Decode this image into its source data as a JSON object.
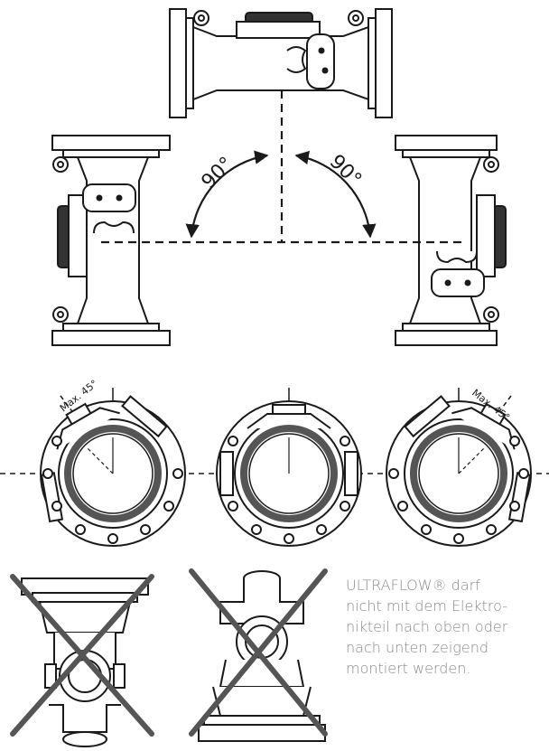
{
  "angles": {
    "left": "90°",
    "right": "90°"
  },
  "max_labels": {
    "left": "Max. 45°",
    "right": "Max. 45°"
  },
  "note_lines": [
    "ULTRAFLOW® darf",
    "nicht mit dem Elektro-",
    "nikteil nach oben oder",
    "nach unten zeigend",
    "montiert werden."
  ],
  "colors": {
    "line": "#1a1a1a",
    "cross": "#555555",
    "ring": "#555555",
    "note": "#8a8a8a"
  },
  "icons": [
    "flow-meter-horizontal",
    "flow-meter-vertical",
    "flange-end-view",
    "cross-mark"
  ]
}
